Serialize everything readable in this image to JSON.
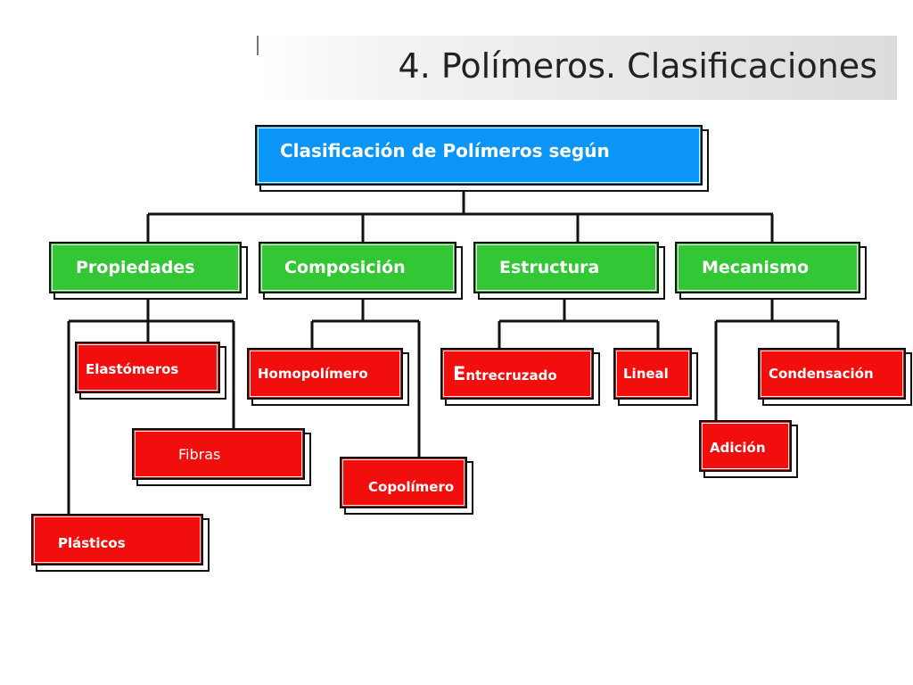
{
  "slide": {
    "title": "4. Polímeros. Clasificaciones"
  },
  "diagram": {
    "root": "Clasificación de Polímeros según",
    "categories": {
      "propiedades": "Propiedades",
      "composicion": "Composición",
      "estructura": "Estructura",
      "mecanismo": "Mecanismo"
    },
    "leaves": {
      "elastomeros": "Elastómeros",
      "fibras": "Fibras",
      "plasticos": "Plásticos",
      "homopolimero": "Homopolímero",
      "copolimero": "Copolímero",
      "entrecruzado_first": "E",
      "entrecruzado_rest": "ntrecruzado",
      "lineal": "Lineal",
      "condensacion": "Condensación",
      "adicion": "Adición"
    },
    "colors": {
      "root": "#0a95f7",
      "category": "#33c635",
      "leaf": "#f30e0e",
      "connector": "#111111"
    }
  }
}
